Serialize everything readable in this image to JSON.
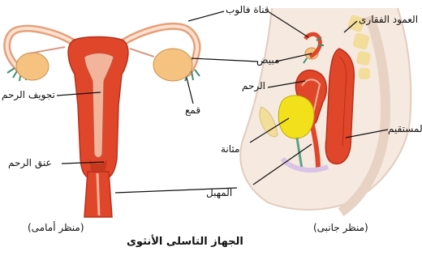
{
  "title": "الجهاز التاسلى الأنثوى",
  "views": {
    "front": "(منظر أمامى)",
    "side": "(منظر جانبى)"
  },
  "labels": {
    "fallopian_tube": "قناة فالوب",
    "spine": "العمود الفقارى",
    "ovary": "مبيض",
    "uterus_side": "الرحم",
    "uterine_cavity": "تجويف الرحم",
    "funnel": "قمع",
    "rectum": "المستقيم",
    "bladder": "مثانة",
    "cervix": "عنق الرحم",
    "vagina": "المهبل"
  },
  "colors": {
    "uterus": "#e0462a",
    "uterus_dark": "#b8301c",
    "ovary": "#f6c27f",
    "bladder": "#f2e11a",
    "spine": "#f3dd9a",
    "skin": "#f6e9df",
    "tube": "#f0a37d",
    "fimbria": "#3e8e74",
    "line": "#111111"
  }
}
